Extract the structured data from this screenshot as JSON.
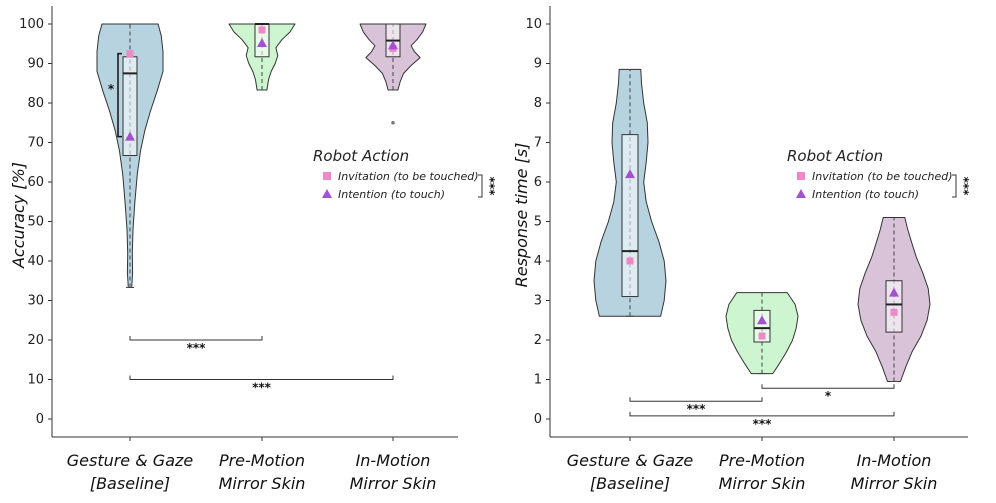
{
  "chart_data": [
    {
      "type": "violin",
      "ylabel": "Accuracy [%]",
      "ylim": [
        0,
        100
      ],
      "yticks": [
        0,
        10,
        20,
        30,
        40,
        50,
        60,
        70,
        80,
        90,
        100
      ],
      "categories": [
        {
          "line1": "Gesture & Gaze",
          "line2": "[Baseline]"
        },
        {
          "line1": "Pre-Motion",
          "line2": "Mirror Skin"
        },
        {
          "line1": "In-Motion",
          "line2": "Mirror Skin"
        }
      ],
      "colors": [
        "#b7d3e0",
        "#cdf5cf",
        "#d8c3d9"
      ],
      "groups": [
        {
          "min": 33.3,
          "q1": 66.7,
          "median": 87.5,
          "q3": 91.7,
          "max": 100,
          "mean_invitation": 92.5,
          "mean_intention": 71.5,
          "outliers": [],
          "density": [
            [
              33.3,
              0.05
            ],
            [
              37,
              0.08
            ],
            [
              42,
              0.07
            ],
            [
              48,
              0.09
            ],
            [
              55,
              0.15
            ],
            [
              62,
              0.22
            ],
            [
              68,
              0.32
            ],
            [
              73,
              0.45
            ],
            [
              78,
              0.62
            ],
            [
              83,
              0.82
            ],
            [
              88,
              1.0
            ],
            [
              93,
              1.0
            ],
            [
              97,
              0.95
            ],
            [
              100,
              0.85
            ]
          ]
        },
        {
          "min": 83.3,
          "q1": 91.7,
          "median": 100,
          "q3": 100,
          "max": 100,
          "mean_invitation": 98.5,
          "mean_intention": 95.2,
          "outliers": [],
          "density": [
            [
              83.3,
              0.15
            ],
            [
              86,
              0.2
            ],
            [
              88,
              0.28
            ],
            [
              90,
              0.4
            ],
            [
              92,
              0.48
            ],
            [
              94,
              0.42
            ],
            [
              96,
              0.6
            ],
            [
              98,
              0.85
            ],
            [
              100,
              1.0
            ]
          ]
        },
        {
          "min": 83.3,
          "q1": 91.7,
          "median": 95.8,
          "q3": 100,
          "max": 100,
          "mean_invitation": 93.8,
          "mean_intention": 94.6,
          "outliers": [
            75
          ],
          "density": [
            [
              83.3,
              0.15
            ],
            [
              85.5,
              0.22
            ],
            [
              87.5,
              0.32
            ],
            [
              89.5,
              0.55
            ],
            [
              91.5,
              0.82
            ],
            [
              93,
              0.65
            ],
            [
              94.5,
              0.55
            ],
            [
              96,
              0.72
            ],
            [
              98,
              0.9
            ],
            [
              100,
              1.0
            ]
          ]
        }
      ],
      "significance": [
        {
          "from": 0,
          "to": 1,
          "y": 20,
          "label": "***"
        },
        {
          "from": 0,
          "to": 2,
          "y": 10,
          "label": "***"
        }
      ],
      "inner_significance": {
        "y_from": 71.5,
        "y_to": 92.5,
        "label": "*"
      },
      "legend": {
        "title": "Robot Action",
        "items": [
          {
            "label": "Invitation (to be touched)",
            "marker": "square",
            "color": "#f088c8"
          },
          {
            "label": "Intention (to touch)",
            "marker": "triangle",
            "color": "#a450d0"
          }
        ],
        "significance": "***"
      }
    },
    {
      "type": "violin",
      "ylabel": "Response time [s]",
      "ylim": [
        0,
        10
      ],
      "yticks": [
        0,
        1,
        2,
        3,
        4,
        5,
        6,
        7,
        8,
        9,
        10
      ],
      "categories": [
        {
          "line1": "Gesture & Gaze",
          "line2": "[Baseline]"
        },
        {
          "line1": "Pre-Motion",
          "line2": "Mirror Skin"
        },
        {
          "line1": "In-Motion",
          "line2": "Mirror Skin"
        }
      ],
      "colors": [
        "#b7d3e0",
        "#cdf5cf",
        "#d8c3d9"
      ],
      "groups": [
        {
          "min": 2.6,
          "q1": 3.1,
          "median": 4.25,
          "q3": 7.2,
          "max": 8.85,
          "mean_invitation": 4.0,
          "mean_intention": 6.2,
          "outliers": [],
          "density": [
            [
              2.6,
              0.85
            ],
            [
              3.0,
              0.95
            ],
            [
              3.5,
              1.0
            ],
            [
              4.0,
              0.95
            ],
            [
              4.5,
              0.8
            ],
            [
              5.0,
              0.6
            ],
            [
              5.5,
              0.45
            ],
            [
              6.0,
              0.38
            ],
            [
              6.5,
              0.45
            ],
            [
              7.0,
              0.5
            ],
            [
              7.5,
              0.48
            ],
            [
              8.0,
              0.38
            ],
            [
              8.5,
              0.32
            ],
            [
              8.85,
              0.3
            ]
          ]
        },
        {
          "min": 1.15,
          "q1": 1.95,
          "median": 2.3,
          "q3": 2.75,
          "max": 3.2,
          "mean_invitation": 2.1,
          "mean_intention": 2.5,
          "outliers": [],
          "density": [
            [
              1.15,
              0.3
            ],
            [
              1.4,
              0.48
            ],
            [
              1.7,
              0.68
            ],
            [
              2.0,
              0.85
            ],
            [
              2.3,
              0.95
            ],
            [
              2.6,
              1.0
            ],
            [
              2.9,
              0.92
            ],
            [
              3.2,
              0.7
            ]
          ]
        },
        {
          "min": 0.95,
          "q1": 2.2,
          "median": 2.9,
          "q3": 3.5,
          "max": 5.1,
          "mean_invitation": 2.7,
          "mean_intention": 3.2,
          "outliers": [],
          "density": [
            [
              0.95,
              0.18
            ],
            [
              1.3,
              0.32
            ],
            [
              1.7,
              0.5
            ],
            [
              2.1,
              0.75
            ],
            [
              2.5,
              0.92
            ],
            [
              2.9,
              1.0
            ],
            [
              3.3,
              0.95
            ],
            [
              3.7,
              0.8
            ],
            [
              4.1,
              0.62
            ],
            [
              4.5,
              0.48
            ],
            [
              4.8,
              0.38
            ],
            [
              5.1,
              0.3
            ]
          ]
        }
      ],
      "significance": [
        {
          "from": 1,
          "to": 2,
          "y": 0.78,
          "label": "*"
        },
        {
          "from": 0,
          "to": 1,
          "y": 0.45,
          "label": "***"
        },
        {
          "from": 0,
          "to": 2,
          "y": 0.08,
          "label": "***"
        }
      ],
      "legend": {
        "title": "Robot Action",
        "items": [
          {
            "label": "Invitation (to be touched)",
            "marker": "square",
            "color": "#f088c8"
          },
          {
            "label": "Intention (to touch)",
            "marker": "triangle",
            "color": "#a450d0"
          }
        ],
        "significance": "***"
      }
    }
  ]
}
